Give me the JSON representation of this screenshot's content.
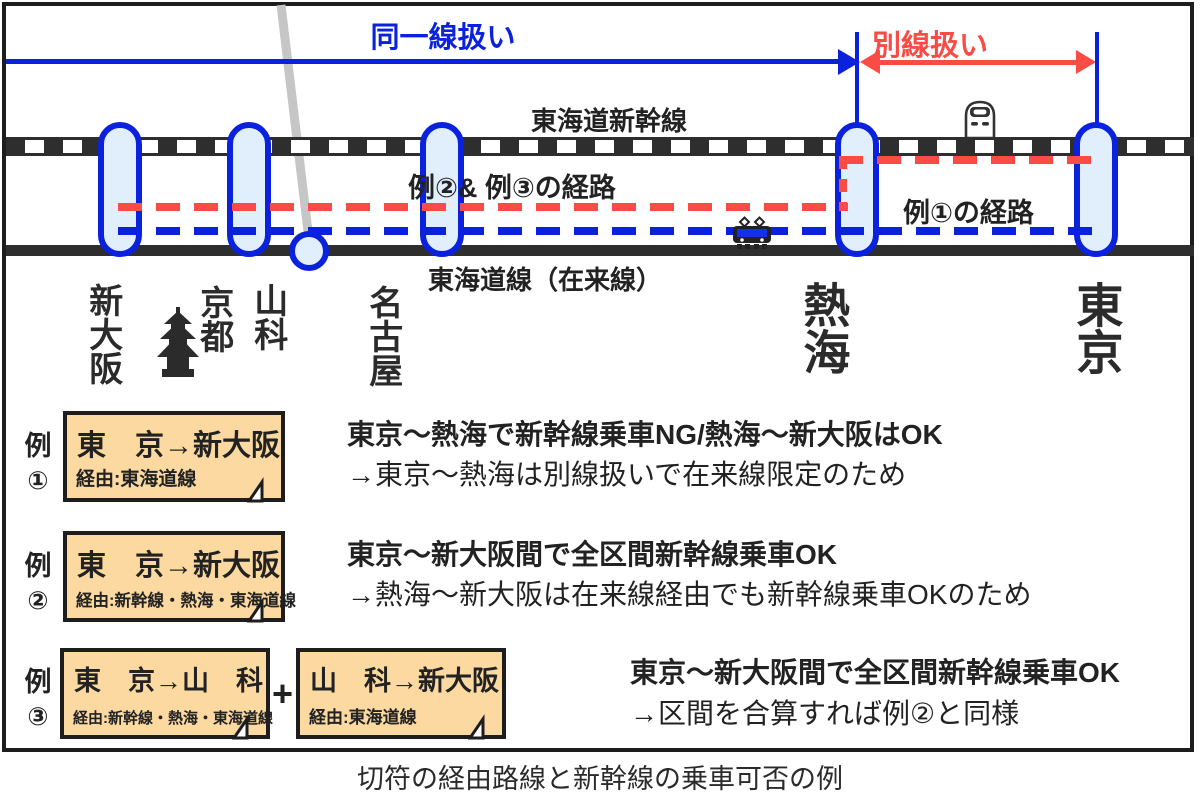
{
  "colors": {
    "blue": "#0a22dd",
    "red": "#fa4b45",
    "dark": "#1d1d1d",
    "track_dark": "#2e2e2e",
    "ticket_fill": "#fbd9a1",
    "station_fill": "#e0effb",
    "gray_line": "#c6c6c6"
  },
  "top": {
    "same_line_label": "同一線扱い",
    "separate_line_label": "別線扱い"
  },
  "lines": {
    "shinkansen_label": "東海道新幹線",
    "conventional_label": "東海道線（在来線）"
  },
  "routes": {
    "route_23_label": "例②& 例③の経路",
    "route_1_label": "例①の経路"
  },
  "stations": [
    {
      "name": "新大阪"
    },
    {
      "name": "京都"
    },
    {
      "name": "山科"
    },
    {
      "name": "名古屋"
    },
    {
      "name": "熱海"
    },
    {
      "name": "東京"
    }
  ],
  "icons": {
    "shinkansen": "shinkansen-train-icon",
    "local_train": "local-train-icon",
    "pagoda": "pagoda-icon"
  },
  "examples": [
    {
      "label": "例",
      "number": "①",
      "tickets": [
        {
          "title": "東　京→新大阪",
          "via": "経由:東海道線"
        }
      ],
      "headline": "東京〜熱海で新幹線乗車NG/熱海〜新大阪はOK",
      "note": "→東京〜熱海は別線扱いで在来線限定のため"
    },
    {
      "label": "例",
      "number": "②",
      "tickets": [
        {
          "title": "東　京→新大阪",
          "via": "経由:新幹線・熱海・東海道線"
        }
      ],
      "headline": "東京〜新大阪間で全区間新幹線乗車OK",
      "note": "→熱海〜新大阪は在来線経由でも新幹線乗車OKのため"
    },
    {
      "label": "例",
      "number": "③",
      "plus": "+",
      "tickets": [
        {
          "title": "東　京→山　科",
          "via": "経由:新幹線・熱海・東海道線"
        },
        {
          "title": "山　科→新大阪",
          "via": "経由:東海道線"
        }
      ],
      "headline": "東京〜新大阪間で全区間新幹線乗車OK",
      "note": "→区間を合算すれば例②と同様"
    }
  ],
  "caption": "切符の経由路線と新幹線の乗車可否の例"
}
